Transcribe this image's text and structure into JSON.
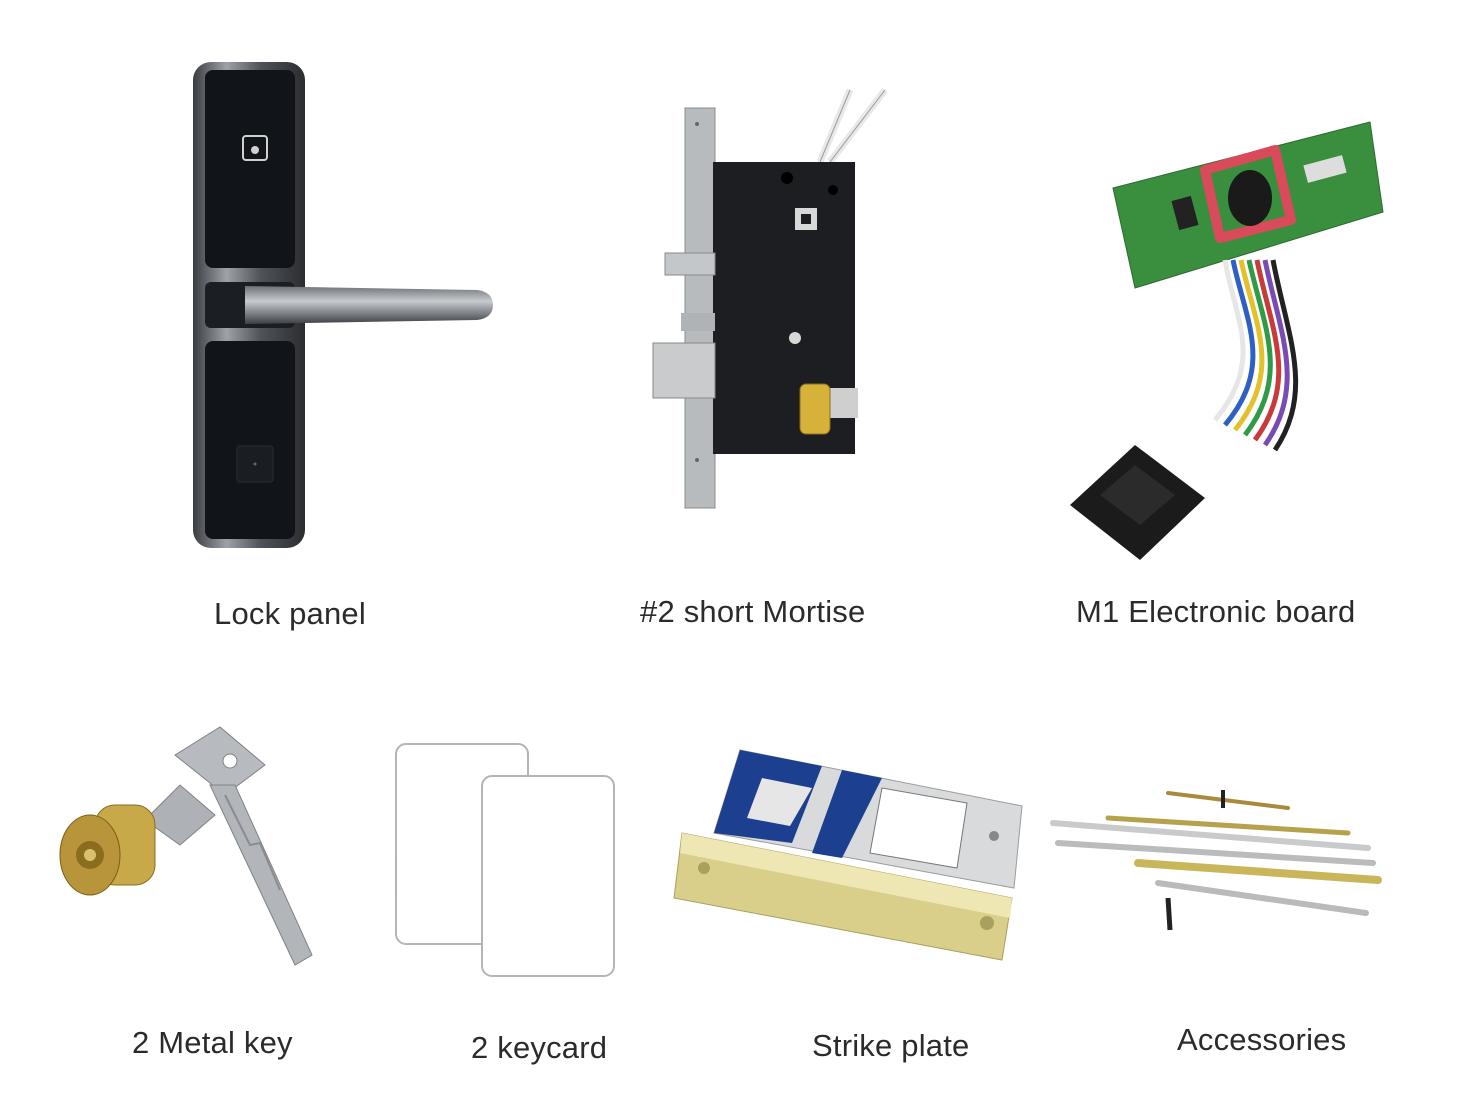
{
  "items": {
    "lock_panel": {
      "label": "Lock panel"
    },
    "mortise": {
      "label": "#2 short  Mortise"
    },
    "electronic_board": {
      "label": "M1 Electronic board"
    },
    "metal_key": {
      "label": "2 Metal key"
    },
    "keycard": {
      "label": "2 keycard"
    },
    "strike_plate": {
      "label": "Strike plate"
    },
    "accessories": {
      "label": "Accessories"
    }
  },
  "colors": {
    "panel_black": "#101317",
    "chrome": "#8e9297",
    "steel": "#b8bbbe",
    "pcb_green": "#3a8f3f",
    "brass": "#c8a94a",
    "blue_print": "#1d3f8f"
  }
}
